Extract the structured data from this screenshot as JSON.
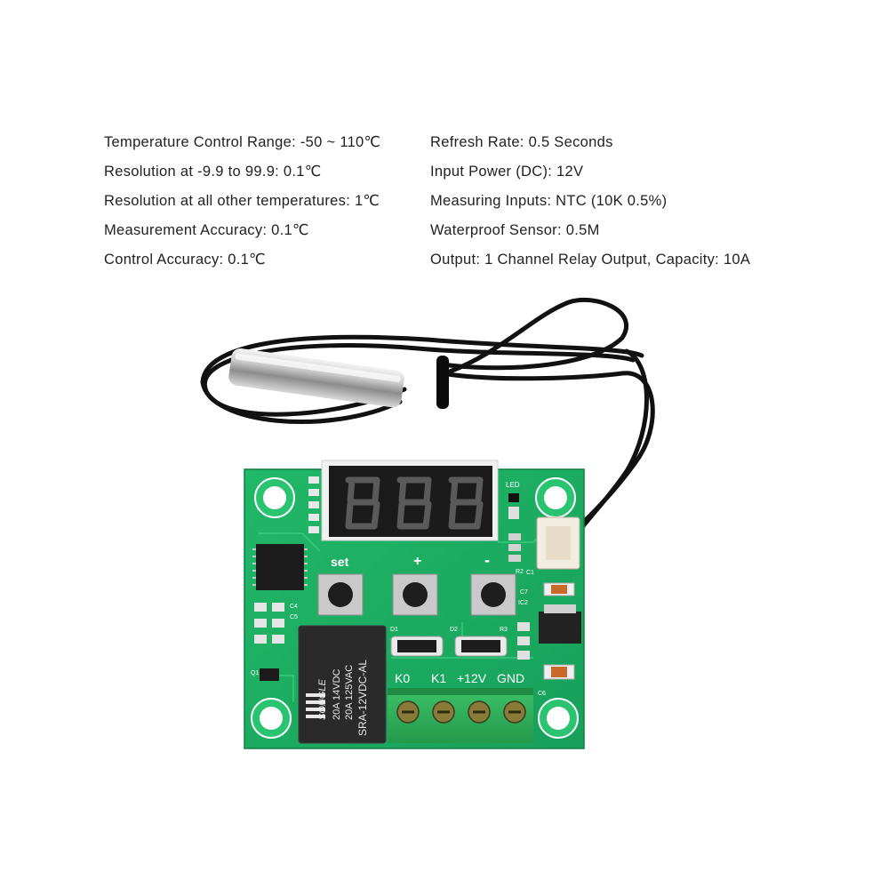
{
  "specs": {
    "left": [
      "Temperature Control Range: -50 ~ 110℃",
      "Resolution at -9.9 to 99.9: 0.1℃",
      "Resolution at all other temperatures: 1℃",
      "Measurement Accuracy: 0.1℃",
      "Control Accuracy: 0.1℃"
    ],
    "right": [
      "Refresh Rate: 0.5 Seconds",
      "Input Power (DC): 12V",
      "Measuring Inputs: NTC (10K 0.5%)",
      "Waterproof Sensor: 0.5M",
      "Output: 1 Channel Relay Output, Capacity: 10A"
    ]
  },
  "board": {
    "button_labels": {
      "set": "set",
      "plus": "+",
      "minus": "-"
    },
    "led_label": "LED",
    "terminal_labels": [
      "K0",
      "K1",
      "+12V",
      "GND"
    ],
    "relay": {
      "brand": "SONGLE",
      "line1": "20A 14VDC",
      "line2": "20A 125VAC",
      "model": "SRA-12VDC-AL"
    },
    "silk_labels": {
      "d1": "D1",
      "d2": "D2",
      "r3": "R3",
      "c1": "C1",
      "c4": "C4",
      "c5": "C5",
      "c6": "C6",
      "c7": "C7",
      "ic2": "IC2",
      "q1": "Q1",
      "r2": "R2"
    }
  },
  "colors": {
    "pcb": "#1aa860",
    "pcb_dark": "#138a4c",
    "display_digits": "#4a4a4a",
    "terminal_block": "#2fb35a",
    "relay": "#2a2a2a"
  }
}
